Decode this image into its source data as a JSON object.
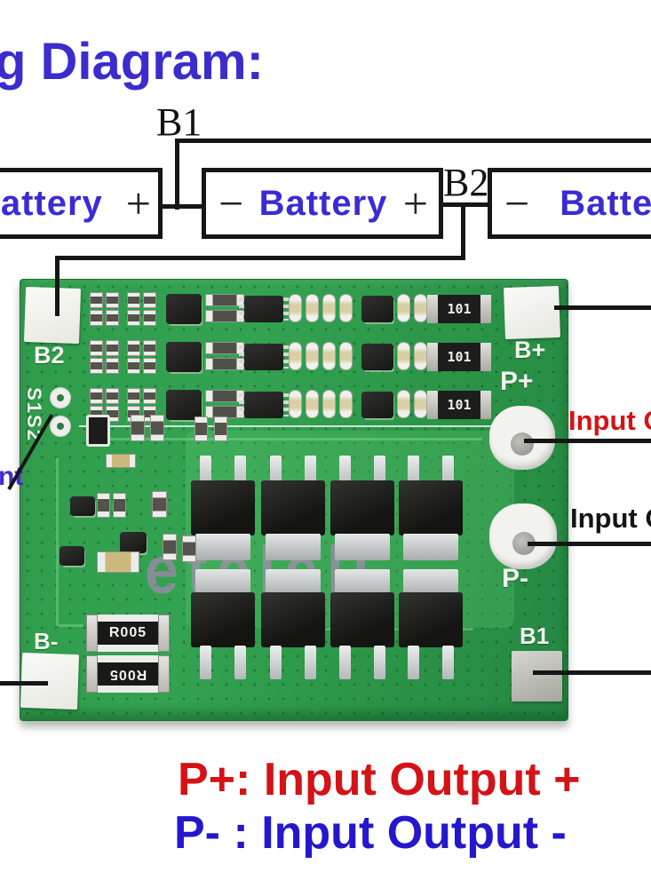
{
  "title": "g Diagram:",
  "wiring": {
    "b1": "B1",
    "b2": "B2",
    "battery": "Battery",
    "plus": "+",
    "minus": "−"
  },
  "board": {
    "b2_pad": "B2",
    "s1s2": "S1S2",
    "partial_label": "nt",
    "b_plus": "B+",
    "p_plus": "P+",
    "p_minus": "P-",
    "b_minus": "B-",
    "b1_pad": "B1",
    "resistor_code": "101",
    "shunt_code": "R005",
    "watermark": "etelell"
  },
  "callouts": {
    "input_upper": "Input O",
    "input_lower": "Input O"
  },
  "legend": {
    "line1": "P+: Input Output +",
    "line2": "P- : Input Output -"
  },
  "colors": {
    "title_blue": "#3b2ccd",
    "battery_blue": "#3a2bd4",
    "legend_red": "#d31317",
    "legend_blue": "#2417cd",
    "pcb_green": "#2f9d4d",
    "wire_black": "#161616"
  }
}
